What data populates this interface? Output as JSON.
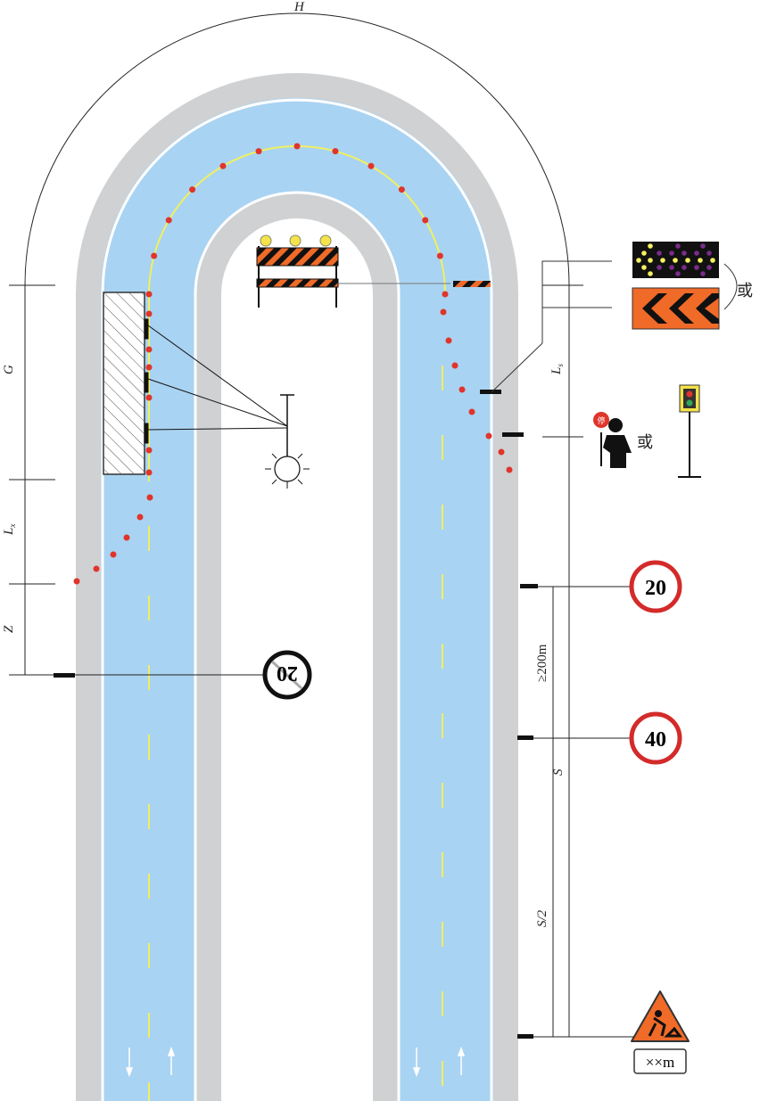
{
  "labels": {
    "H": "H",
    "G": "G",
    "Lx": "L",
    "Lx_sub": "x",
    "Z": "Z",
    "Ls": "L",
    "Ls_sub": "s",
    "min200": "≥200m",
    "S": "S",
    "S_half": "S/2",
    "or1": "或",
    "or2": "或"
  },
  "signs": {
    "speed_limit_1": "20",
    "speed_limit_2": "40",
    "end_limit": "20",
    "distance_plate": "××m",
    "stop_paddle": "停"
  },
  "colors": {
    "lane": "#a9d3f2",
    "shoulder": "#cfd1d3",
    "cone": "#e0352b",
    "centerline": "#f0f060",
    "orange": "#f06a28"
  }
}
